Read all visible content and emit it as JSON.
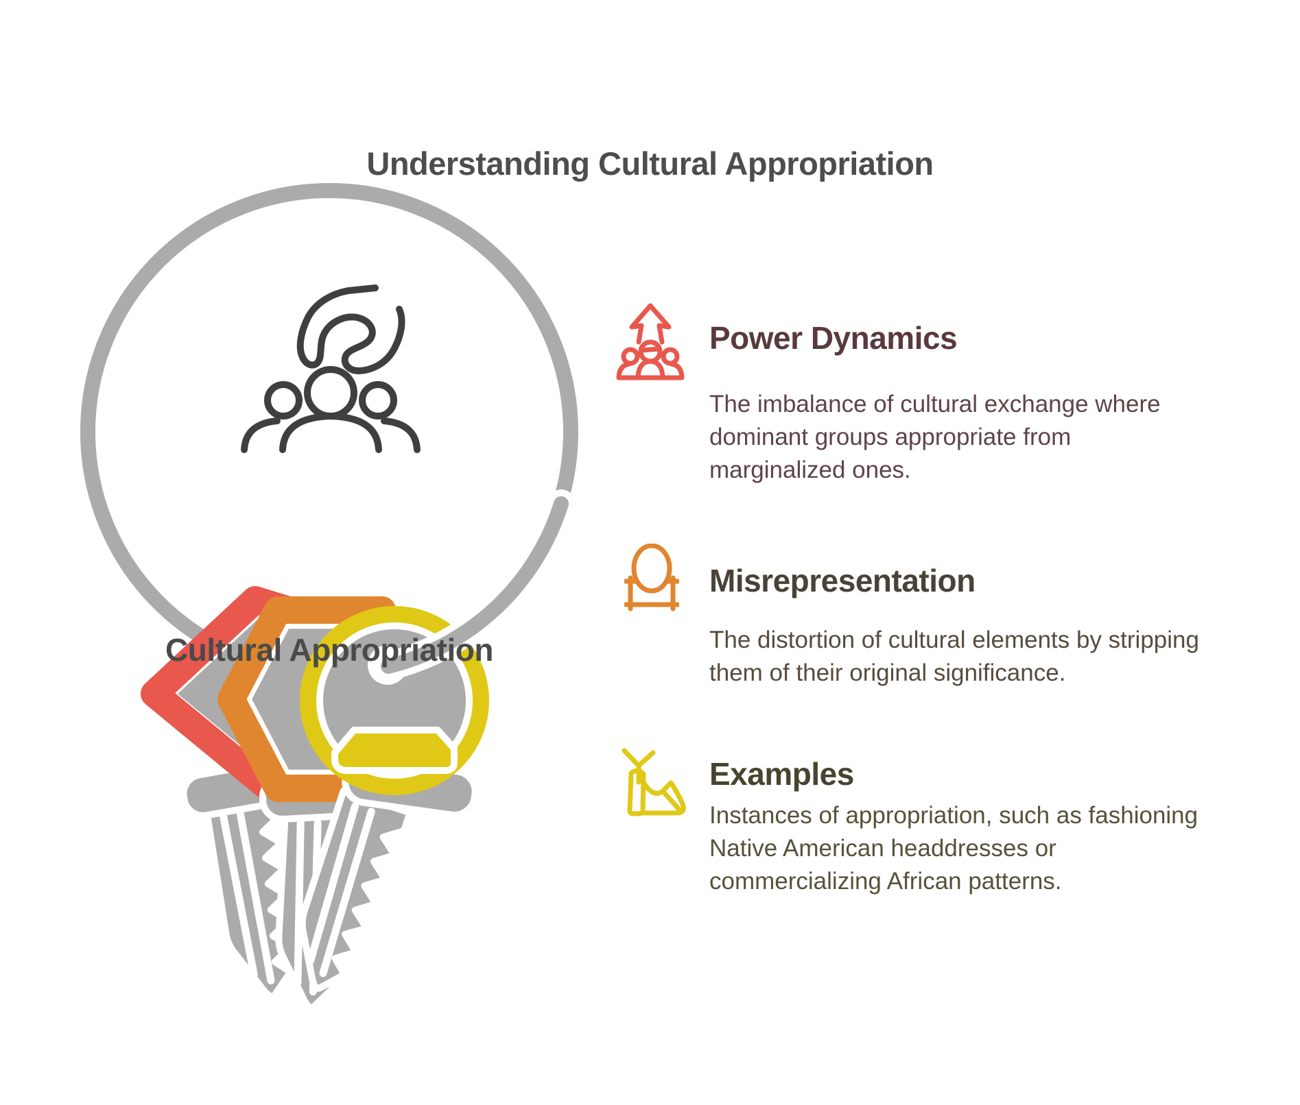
{
  "title": "Understanding Cultural Appropriation",
  "diagram": {
    "label": "Cultural Appropriation",
    "center_icon": "hand-picking-from-group-icon",
    "keyring_color": "#ABABAB",
    "keys": [
      {
        "name": "red-pentagon-key",
        "color": "#E8584D"
      },
      {
        "name": "orange-hexagon-key",
        "color": "#E0862F"
      },
      {
        "name": "yellow-round-key",
        "color": "#DFC916"
      }
    ]
  },
  "sections": [
    {
      "icon": "people-rising-arrow-icon",
      "accent": "#E8584D",
      "heading": "Power Dynamics",
      "body": "The imbalance of cultural exchange where dominant groups appropriate from marginalized ones."
    },
    {
      "icon": "standing-mirror-icon",
      "accent": "#E0862F",
      "heading": "Misrepresentation",
      "body": "The distortion of cultural elements by stripping them of their original significance."
    },
    {
      "icon": "high-heel-shoe-icon",
      "accent": "#DFC916",
      "heading": "Examples",
      "body": "Instances of appropriation, such as fashioning Native American headdresses or commercializing African patterns."
    }
  ],
  "theme": {
    "gray": "#ABABAB",
    "dark": "#3F3F3F",
    "title": "#4D4D4D",
    "label": "#4A4A4A",
    "red": "#E8584D",
    "orange": "#E0862F",
    "yellow": "#DFC916",
    "h1": "#5A393C",
    "b1": "#5E4447",
    "h2": "#4A4236",
    "b2": "#564B3E",
    "h3": "#474430",
    "b3": "#56523A"
  }
}
